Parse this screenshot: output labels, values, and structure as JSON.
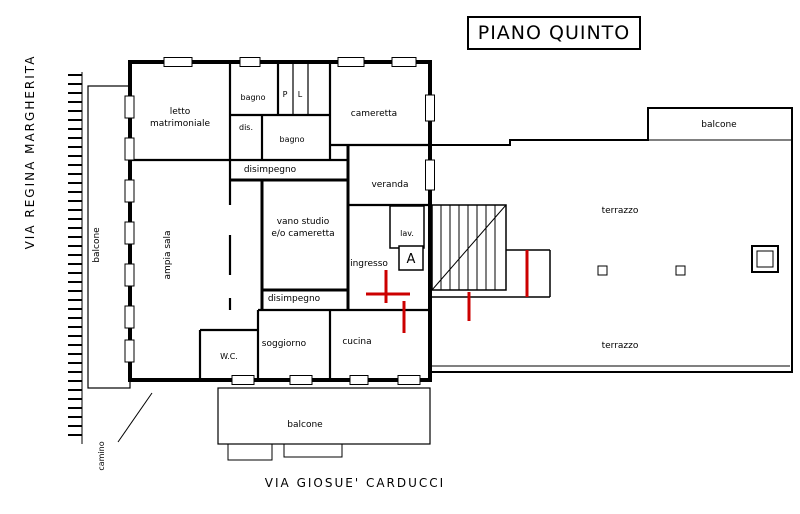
{
  "title": {
    "text": "PIANO QUINTO"
  },
  "streets": {
    "left": "VIA REGINA MARGHERITA",
    "bottom": "VIA GIOSUE' CARDUCCI"
  },
  "labels": {
    "letto_1": "letto",
    "letto_2": "matrimoniale",
    "bagno_top": "bagno",
    "p": "P",
    "l": "L",
    "dis": "dis.",
    "bagno_mid": "bagno",
    "cameretta": "cameretta",
    "disimpegno_top": "disimpegno",
    "veranda": "veranda",
    "vano_1": "vano studio",
    "vano_2": "e/o cameretta",
    "lav": "lav.",
    "ingresso": "ingresso",
    "stair_ref": "A",
    "ampia_sala": "ampia sala",
    "balcone_left": "balcone",
    "disimpegno_low": "disimpegno",
    "soggiorno": "soggiorno",
    "cucina": "cucina",
    "wc": "W.C.",
    "balcone_bottom": "balcone",
    "camino": "camino",
    "terrazzo_top": "terrazzo",
    "terrazzo_bottom": "terrazzo",
    "balcone_right": "balcone"
  },
  "colors": {
    "ink": "#000000",
    "red_mark": "#cc0000"
  }
}
